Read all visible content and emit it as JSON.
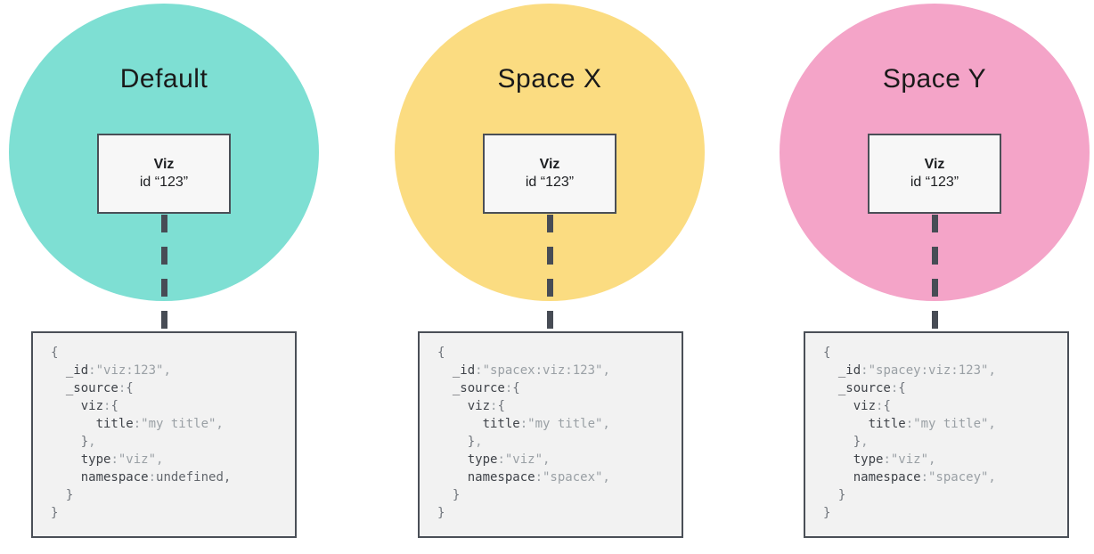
{
  "colors": {
    "connector_gray": "#474c55",
    "box_border_gray": "#4a4f57",
    "code_background": "#f2f2f2",
    "viz_box_background": "#f7f7f7"
  },
  "panels": [
    {
      "space_label": "Default",
      "circle_color": "#7edfd3",
      "viz_box": {
        "title": "Viz",
        "id": "id “123”"
      },
      "code_lines": [
        [
          [
            "b",
            "{"
          ]
        ],
        [
          [
            "k",
            "  _id"
          ],
          [
            "s",
            ":\"viz:123\","
          ]
        ],
        [
          [
            "k",
            "  _source"
          ],
          [
            "s",
            ":"
          ],
          [
            "b",
            "{"
          ]
        ],
        [
          [
            "k",
            "    viz"
          ],
          [
            "s",
            ":"
          ],
          [
            "b",
            "{"
          ]
        ],
        [
          [
            "k",
            "      title"
          ],
          [
            "s",
            ":\"my title\","
          ]
        ],
        [
          [
            "b",
            "    }"
          ],
          [
            "s",
            ","
          ]
        ],
        [
          [
            "k",
            "    type"
          ],
          [
            "s",
            ":\"viz\","
          ]
        ],
        [
          [
            "k",
            "    namespace"
          ],
          [
            "s",
            ":"
          ],
          [
            "u",
            "undefined,"
          ]
        ],
        [
          [
            "b",
            "  }"
          ]
        ],
        [
          [
            "b",
            "}"
          ]
        ]
      ]
    },
    {
      "space_label": "Space X",
      "circle_color": "#fbdc81",
      "viz_box": {
        "title": "Viz",
        "id": "id “123”"
      },
      "code_lines": [
        [
          [
            "b",
            "{"
          ]
        ],
        [
          [
            "k",
            "  _id"
          ],
          [
            "s",
            ":\"spacex:viz:123\","
          ]
        ],
        [
          [
            "k",
            "  _source"
          ],
          [
            "s",
            ":"
          ],
          [
            "b",
            "{"
          ]
        ],
        [
          [
            "k",
            "    viz"
          ],
          [
            "s",
            ":"
          ],
          [
            "b",
            "{"
          ]
        ],
        [
          [
            "k",
            "      title"
          ],
          [
            "s",
            ":\"my title\","
          ]
        ],
        [
          [
            "b",
            "    }"
          ],
          [
            "s",
            ","
          ]
        ],
        [
          [
            "k",
            "    type"
          ],
          [
            "s",
            ":\"viz\","
          ]
        ],
        [
          [
            "k",
            "    namespace"
          ],
          [
            "s",
            ":\"spacex\","
          ]
        ],
        [
          [
            "b",
            "  }"
          ]
        ],
        [
          [
            "b",
            "}"
          ]
        ]
      ]
    },
    {
      "space_label": "Space Y",
      "circle_color": "#f4a4c8",
      "viz_box": {
        "title": "Viz",
        "id": "id “123”"
      },
      "code_lines": [
        [
          [
            "b",
            "{"
          ]
        ],
        [
          [
            "k",
            "  _id"
          ],
          [
            "s",
            ":\"spacey:viz:123\","
          ]
        ],
        [
          [
            "k",
            "  _source"
          ],
          [
            "s",
            ":"
          ],
          [
            "b",
            "{"
          ]
        ],
        [
          [
            "k",
            "    viz"
          ],
          [
            "s",
            ":"
          ],
          [
            "b",
            "{"
          ]
        ],
        [
          [
            "k",
            "      title"
          ],
          [
            "s",
            ":\"my title\","
          ]
        ],
        [
          [
            "b",
            "    }"
          ],
          [
            "s",
            ","
          ]
        ],
        [
          [
            "k",
            "    type"
          ],
          [
            "s",
            ":\"viz\","
          ]
        ],
        [
          [
            "k",
            "    namespace"
          ],
          [
            "s",
            ":\"spacey\","
          ]
        ],
        [
          [
            "b",
            "  }"
          ]
        ],
        [
          [
            "b",
            "}"
          ]
        ]
      ]
    }
  ]
}
